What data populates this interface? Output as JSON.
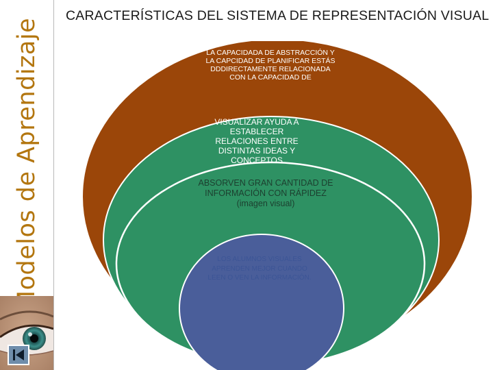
{
  "sidebar": {
    "vertical_title": "Modelos de Aprendizaje"
  },
  "slide": {
    "title": "CARACTERÍSTICAS DEL SISTEMA DE REPRESENTACIÓN VISUAL"
  },
  "diagram": {
    "rings": [
      {
        "text": "LA CAPACIDADA DE ABSTRACCIÓN Y LA CAPCIDAD DE PLANIFICAR ESTÁS DDDIRECTAMENTE RELACIONADA CON LA CAPACIDAD DE",
        "color": "#9b4609"
      },
      {
        "text": "VISUALIZAR AYUDA A ESTABLECER RELACIONES ENTRE DISTINTAS IDEAS Y CONCEPTOS",
        "color": "#2e9163"
      },
      {
        "text": "ABSORVEN GRAN CANTIDAD DE INFORMACIÓN CON RÁPIDEZ (imagen visual)",
        "color": "#2e9163"
      },
      {
        "text": "LOS ALUMNOS VISUALES APRENDEN MEJOR CUANDO LEEN O VEN LA INFORMACIÓN.",
        "color": "#4a5e9a"
      }
    ]
  },
  "colors": {
    "accent_title": "#b3760f",
    "outer_ring": "#9b4609",
    "middle_ring": "#2e9163",
    "inner_ring": "#4a5e9a"
  },
  "icons": {
    "nav": "first-slide-icon",
    "eye": "eye-photo"
  }
}
